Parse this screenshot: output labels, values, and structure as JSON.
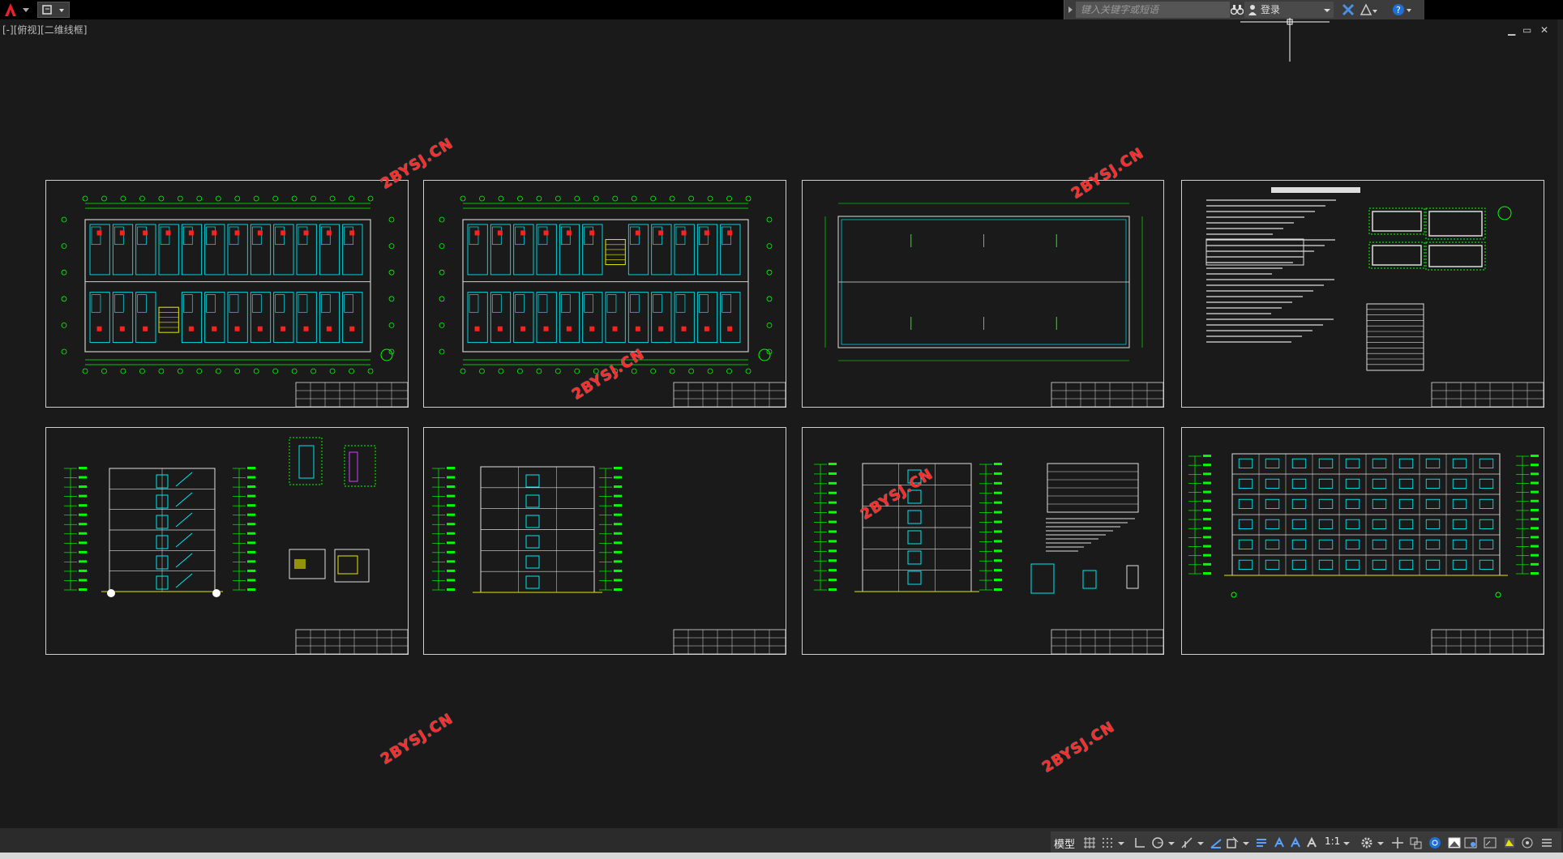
{
  "window": {
    "view_label": "[-][俯视][二维线框]",
    "search_placeholder": "键入关键字或短语",
    "login_label": "登录"
  },
  "watermark_text": "2BYSJ.CN",
  "statusbar": {
    "model_label": "模型",
    "scale_label": "1:1"
  },
  "colors": {
    "background": "#1a1a1a",
    "grid_green": "#00ff00",
    "wall_cyan": "#00e5ee",
    "furniture_red": "#ff2020",
    "stair_yellow": "#e5e500",
    "watermark_red": "#ff2a2a"
  },
  "icons": [
    "autocad-logo-icon",
    "quick-access-icon",
    "search-arrow-icon",
    "binoculars-icon",
    "user-icon",
    "exchange-icon",
    "a360-icon",
    "help-icon",
    "minimize-icon",
    "restore-icon",
    "close-icon"
  ]
}
